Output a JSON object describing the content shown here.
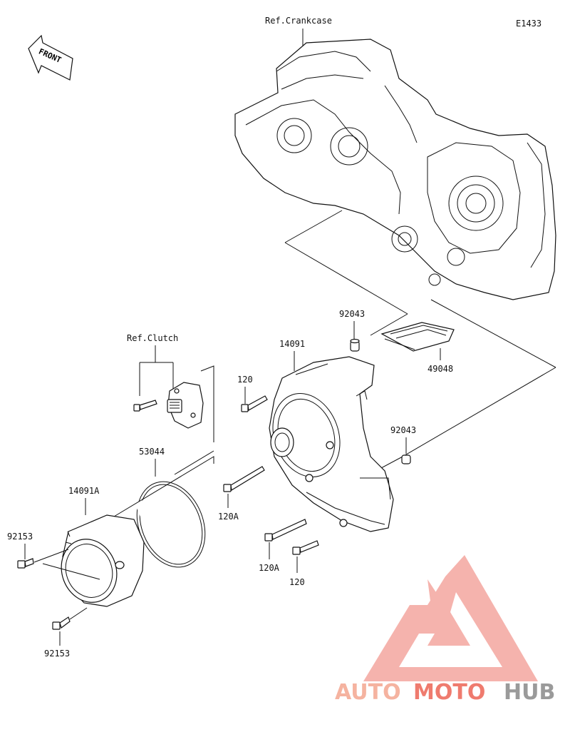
{
  "diagram_code": "E1433",
  "front_label": "FRONT",
  "references": {
    "crankcase": "Ref.Crankcase",
    "clutch": "Ref.Clutch"
  },
  "part_numbers": {
    "p92043_top": "92043",
    "p49048": "49048",
    "p14091": "14091",
    "p120_top": "120",
    "p92043_right": "92043",
    "p53044": "53044",
    "p14091A": "14091A",
    "p120A_mid": "120A",
    "p120A_low": "120A",
    "p120_low": "120",
    "p92153_top": "92153",
    "p92153_bottom": "92153"
  },
  "watermark": {
    "part1": "AUTO",
    "part2": "MOTO",
    "part3": "HUB",
    "colors": {
      "auto": "#f5b3a0",
      "moto": "#ef7b6e",
      "hub": "#9a9a9a",
      "logo": "#f29a92"
    }
  }
}
